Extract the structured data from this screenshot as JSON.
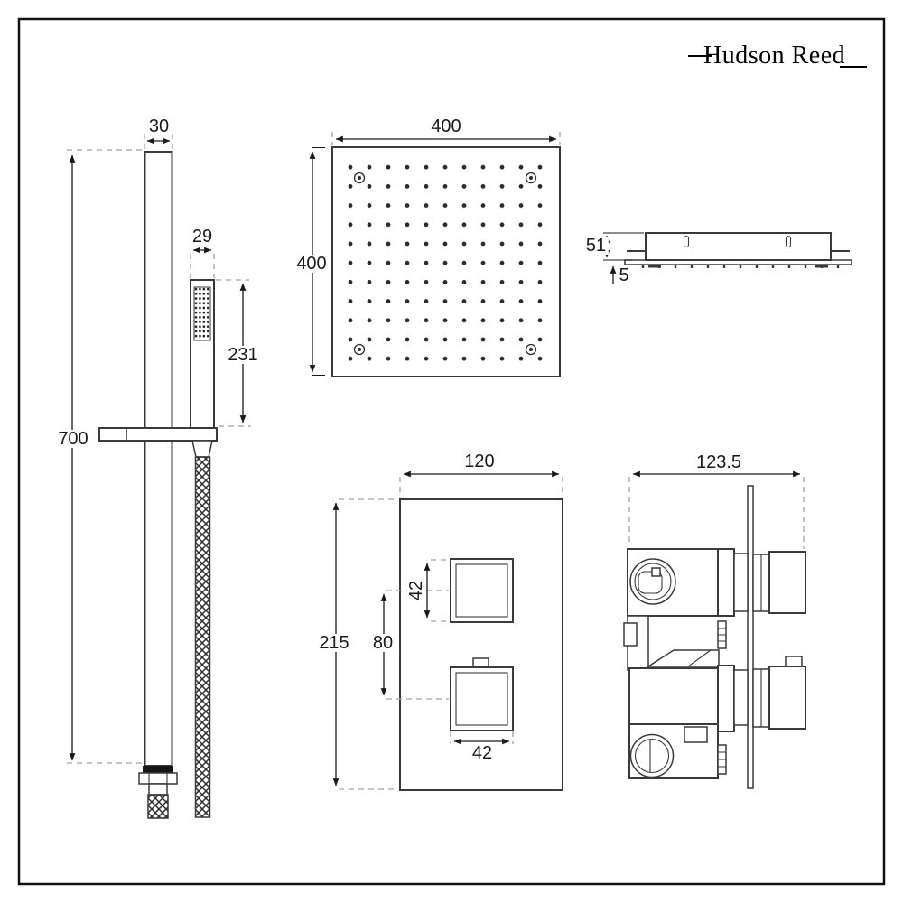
{
  "brand": {
    "name": "Hudson Reed"
  },
  "dims": {
    "rail_width": "30",
    "handset_width": "29",
    "handset_length": "231",
    "rail_length": "700",
    "head_width": "400",
    "head_depth": "400",
    "head_body_height": "51",
    "head_plate_thickness": "5",
    "valve_plate_width": "120",
    "valve_plate_height": "215",
    "valve_knob_top_size": "42",
    "valve_knob_spacing": "80",
    "valve_knob_bottom_size": "42",
    "valve_body_depth": "123.5"
  },
  "colors": {
    "outline": "#3a3a3a",
    "dimension": "#1a1a1a",
    "dashed_extension": "#a2a2a2",
    "background": "#ffffff"
  }
}
